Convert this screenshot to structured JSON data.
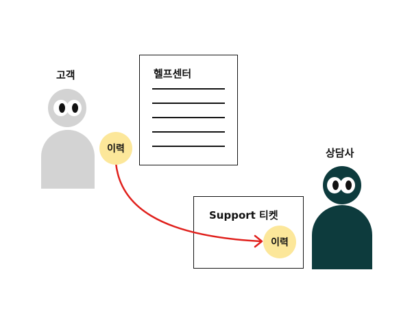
{
  "customer": {
    "label": "고객",
    "color": "#d3d3d3"
  },
  "agent": {
    "label": "상담사",
    "color": "#0d3b3d"
  },
  "helpcenter": {
    "title": "헬프센터"
  },
  "ticket": {
    "title": "Support 티켓"
  },
  "history_badge": {
    "label": "이력",
    "color": "#fce79a"
  },
  "ticket_badge": {
    "label": "이력"
  },
  "arrow": {
    "color": "#e0201c"
  }
}
